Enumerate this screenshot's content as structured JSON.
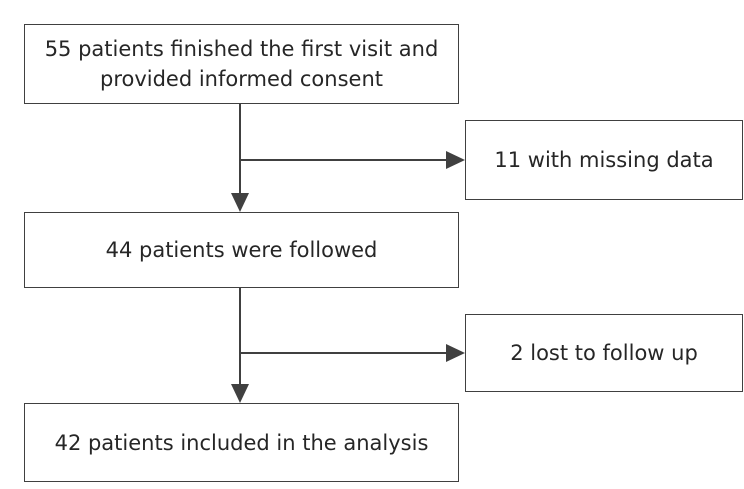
{
  "flowchart": {
    "boxes": [
      {
        "id": "consent",
        "text": "55 patients finished the first visit and provided informed consent"
      },
      {
        "id": "missing",
        "text": "11 with missing data"
      },
      {
        "id": "followed",
        "text": "44 patients were followed"
      },
      {
        "id": "lost",
        "text": "2 lost to follow up"
      },
      {
        "id": "analysis",
        "text": "42 patients included in the analysis"
      }
    ],
    "colors": {
      "line": "#404040",
      "text": "#262626",
      "background": "#ffffff"
    }
  }
}
